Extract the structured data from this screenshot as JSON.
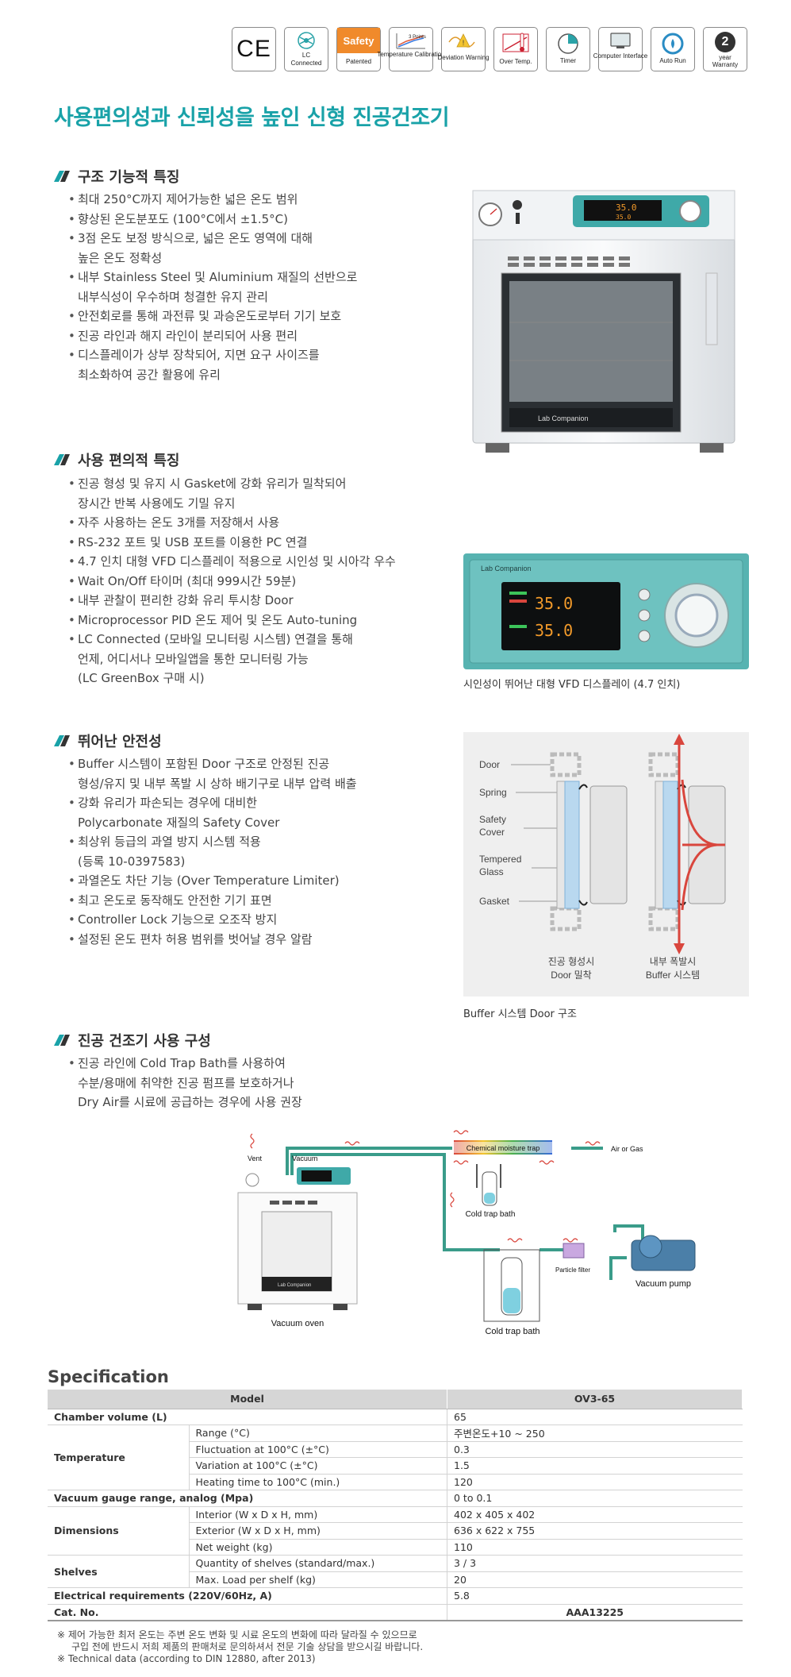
{
  "badges": [
    {
      "name": "ce-badge",
      "label": ""
    },
    {
      "name": "lc-connected-badge",
      "label": "Connected"
    },
    {
      "name": "safety-patented-badge",
      "label": "Patented"
    },
    {
      "name": "temperature-calibration-badge",
      "label": "Temperature Calibration"
    },
    {
      "name": "deviation-warning-badge",
      "label": "Deviation Warning"
    },
    {
      "name": "over-temp-badge",
      "label": "Over Temp."
    },
    {
      "name": "timer-badge",
      "label": "Timer"
    },
    {
      "name": "computer-interface-badge",
      "label": "Computer Interface"
    },
    {
      "name": "auto-run-badge",
      "label": "Auto Run"
    },
    {
      "name": "year-warranty-badge",
      "label": "year Warranty"
    }
  ],
  "badge_text": {
    "ce": "CE",
    "lc": "LC",
    "safety": "Safety",
    "points": "3 Points",
    "warranty_num": "2"
  },
  "main_title": "사용편의성과 신뢰성을 높인 신형 진공건조기",
  "sections": {
    "structure": {
      "title": "구조 기능적 특징",
      "items": [
        [
          "최대 250°C까지 제어가능한 넓은 온도 범위"
        ],
        [
          "향상된 온도분포도 (100°C에서 ±1.5°C)"
        ],
        [
          "3점 온도 보정 방식으로, 넓은 온도 영역에 대해",
          "높은 온도 정확성"
        ],
        [
          "내부 Stainless Steel 및 Aluminium 재질의 선반으로",
          "내부식성이 우수하며 청결한 유지 관리"
        ],
        [
          "안전회로를 통해 과전류 및 과승온도로부터 기기 보호"
        ],
        [
          "진공 라인과 해지 라인이 분리되어 사용 편리"
        ],
        [
          "디스플레이가 상부 장착되어, 지면 요구 사이즈를",
          "최소화하여 공간 활용에 유리"
        ]
      ]
    },
    "usability": {
      "title": "사용 편의적 특징",
      "items": [
        [
          "진공 형성 및 유지 시 Gasket에 강화 유리가 밀착되어",
          "장시간 반복 사용에도 기밀 유지"
        ],
        [
          "자주 사용하는 온도 3개를 저장해서 사용"
        ],
        [
          "RS-232 포트 및 USB 포트를 이용한 PC 연결"
        ],
        [
          "4.7 인치 대형 VFD 디스플레이 적용으로 시인성 및 시아각 우수"
        ],
        [
          "Wait On/Off 타이머 (최대 999시간 59분)"
        ],
        [
          "내부 관찰이 편리한 강화 유리 투시창 Door"
        ],
        [
          "Microprocessor PID 온도 제어 및 온도 Auto-tuning"
        ],
        [
          "LC Connected (모바일 모니터링 시스템) 연결을 통해",
          "언제, 어디서나 모바일앱을 통한 모니터링 가능",
          "(LC GreenBox 구매 시)"
        ]
      ],
      "caption": "시인성이 뛰어난 대형 VFD 디스플레이 (4.7 인치)",
      "display": {
        "brand": "Lab Companion",
        "set_temp": "35.0",
        "cur_temp": "35.0"
      }
    },
    "safety": {
      "title": "뛰어난 안전성",
      "items": [
        [
          "Buffer 시스템이 포함된 Door 구조로 안정된 진공",
          "형성/유지 및 내부 폭발 시 상하 배기구로 내부 압력 배출"
        ],
        [
          "강화 유리가 파손되는 경우에 대비한",
          "Polycarbonate 재질의 Safety Cover"
        ],
        [
          "최상위 등급의 과열 방지 시스템 적용",
          "(등록 10-0397583)"
        ],
        [
          "과열온도 차단 기능 (Over Temperature Limiter)"
        ],
        [
          "최고 온도로 동작해도 안전한 기기 표면"
        ],
        [
          "Controller Lock 기능으로 오조작 방지"
        ],
        [
          "설정된 온도 편차 허용 범위를 벗어날 경우 알람"
        ]
      ],
      "diagram": {
        "labels": [
          "Door",
          "Spring",
          "Safety",
          "Cover",
          "Tempered",
          "Glass",
          "Gasket"
        ],
        "left_caption": [
          "진공 형성시",
          "Door 밀착"
        ],
        "right_caption": [
          "내부 폭발시",
          "Buffer 시스템"
        ]
      },
      "caption": "Buffer 시스템 Door 구조"
    },
    "config": {
      "title": "진공 건조기 사용 구성",
      "items": [
        [
          "진공 라인에 Cold Trap Bath를 사용하여",
          "수분/용매에 취약한 진공 펌프를 보호하거나",
          "Dry Air를 시료에 공급하는 경우에 사용 권장"
        ]
      ],
      "diagram": {
        "chemical_trap": "Chemical moisture trap",
        "air_gas": "Air or Gas",
        "vent": "Vent",
        "vacuum": "Vacuum",
        "cold_trap_top": "Cold trap bath",
        "cold_trap_bottom": "Cold trap bath",
        "particle_filter": "Particle filter",
        "vacuum_pump": "Vacuum pump",
        "vacuum_oven": "Vacuum oven",
        "oven_brand": "Lab Companion"
      }
    }
  },
  "product_photo": {
    "brand": "Lab Companion",
    "display": "35.0"
  },
  "spec": {
    "title": "Specification",
    "header": {
      "model": "Model",
      "value": "OV3-65"
    },
    "rows": {
      "chamber": {
        "label": "Chamber volume (L)",
        "value": "65"
      },
      "temperature": {
        "label": "Temperature",
        "range": {
          "label": "Range (°C)",
          "value": "주변온도+10 ~ 250"
        },
        "fluct": {
          "label": "Fluctuation at 100°C (±°C)",
          "value": "0.3"
        },
        "variation": {
          "label": "Variation at 100°C (±°C)",
          "value": "1.5"
        },
        "heating": {
          "label": "Heating time to 100°C (min.)",
          "value": "120"
        }
      },
      "gauge": {
        "label": "Vacuum gauge range, analog (Mpa)",
        "value": "0 to 0.1"
      },
      "dimensions": {
        "label": "Dimensions",
        "interior": {
          "label": "Interior (W x D x H, mm)",
          "value": "402 x 405 x 402"
        },
        "exterior": {
          "label": "Exterior (W x D x H, mm)",
          "value": "636 x 622 x 755"
        },
        "weight": {
          "label": "Net weight (kg)",
          "value": "110"
        }
      },
      "shelves": {
        "label": "Shelves",
        "qty": {
          "label": "Quantity of shelves (standard/max.)",
          "value": "3 / 3"
        },
        "load": {
          "label": "Max. Load per shelf (kg)",
          "value": "20"
        }
      },
      "electrical": {
        "label": "Electrical requirements (220V/60Hz, A)",
        "value": "5.8"
      },
      "cat": {
        "label": "Cat. No.",
        "value": "AAA13225"
      }
    },
    "notes": [
      "※ 제어 가능한 최저 온도는 주변 온도 변화 및 시료 온도의 변화에 따라 달라질 수 있으므로",
      "구입 전에 반드시 저희 제품의 판매처로 문의하셔서 전문 기술 상담을 받으시길 바랍니다.",
      "※ Technical data (according to DIN 12880, after 2013)"
    ]
  },
  "colors": {
    "accent": "#19a2a8",
    "teal_device": "#3fa9a8",
    "red_arrow": "#d9463d",
    "table_header": "#d6d6d6"
  }
}
